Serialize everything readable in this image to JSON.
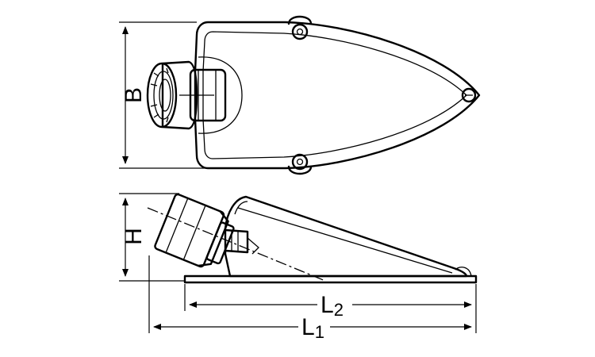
{
  "dimensions": {
    "B": "B",
    "H": "H",
    "L2": {
      "main": "L",
      "sub": "2"
    },
    "L1": {
      "main": "L",
      "sub": "1"
    }
  }
}
